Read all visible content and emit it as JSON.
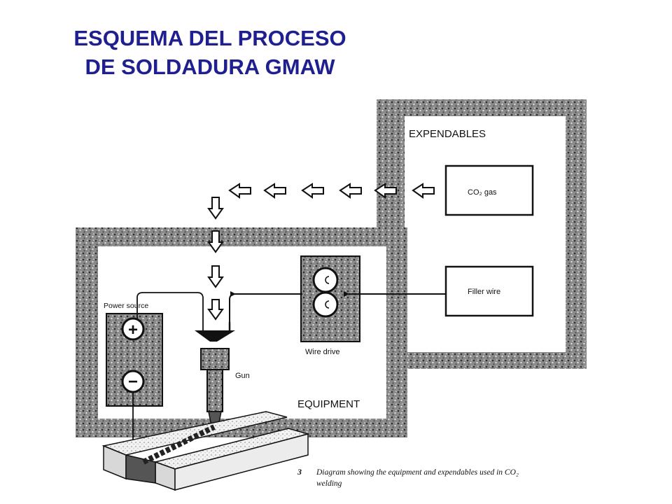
{
  "title": {
    "line1": "ESQUEMA DEL PROCESO",
    "line2": "DE SOLDADURA GMAW"
  },
  "diagram": {
    "expendables_label": "EXPENDABLES",
    "equipment_label": "EQUIPMENT",
    "co2_gas_label": "CO₂ gas",
    "filler_wire_label": "Filler wire",
    "power_source_label": "Power source",
    "wire_drive_label": "Wire drive",
    "gun_label": "Gun",
    "plus_symbol": "+",
    "minus_symbol": "−"
  },
  "caption": {
    "number": "3",
    "line1": "Diagram showing the equipment and expendables used in CO₂",
    "line2": "welding"
  }
}
